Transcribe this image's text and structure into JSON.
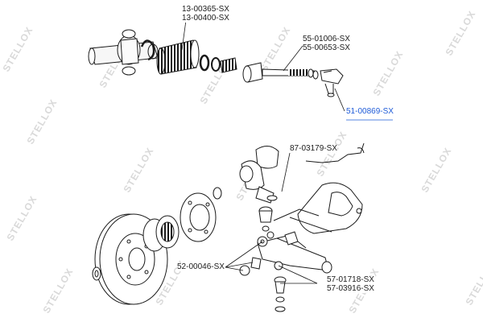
{
  "watermark": "STELLOX",
  "highlight_color": "#1e5bd8",
  "callouts": {
    "steering_boot_a": "13-00365-SX",
    "steering_boot_b": "13-00400-SX",
    "tie_rod_a": "55-01006-SX",
    "tie_rod_b": "55-00653-SX",
    "tie_rod_end": "51-00869-SX",
    "ball_joint": "87-03179-SX",
    "bushing": "52-00046-SX",
    "arm_a": "57-01718-SX",
    "arm_b": "57-03916-SX"
  }
}
